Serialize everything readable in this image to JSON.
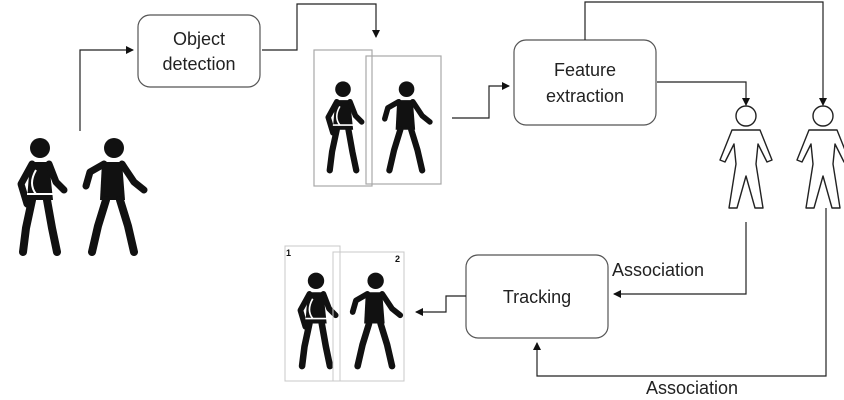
{
  "diagram": {
    "nodes": {
      "detection": {
        "line1": "Object",
        "line2": "detection"
      },
      "features": {
        "line1": "Feature",
        "line2": "extraction"
      },
      "tracking": {
        "label": "Tracking"
      }
    },
    "edges": {
      "association_top": "Association",
      "association_bottom": "Association"
    },
    "track_ids": [
      "1",
      "2"
    ]
  },
  "icons": [
    "walking-pedestrian-icon",
    "person-outline-icon",
    "bounding-box"
  ],
  "colors": {
    "ink": "#111111",
    "stroke": "#333333",
    "box_border": "#a8a8a8"
  }
}
